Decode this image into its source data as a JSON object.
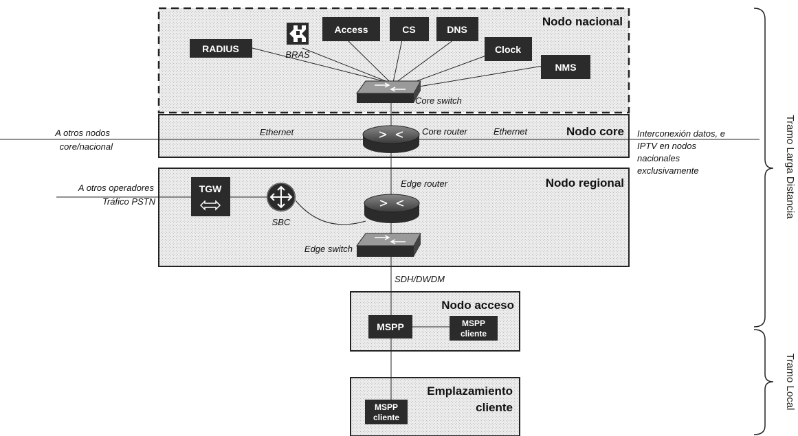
{
  "nodes": {
    "nacional": "Nodo nacional",
    "core": "Nodo core",
    "regional": "Nodo regional",
    "acceso": "Nodo acceso",
    "emplazamiento_line1": "Emplazamiento",
    "emplazamiento_line2": "cliente"
  },
  "equipment": {
    "radius": "RADIUS",
    "bras": "BRAS",
    "access": "Access",
    "cs": "CS",
    "dns": "DNS",
    "clock": "Clock",
    "nms": "NMS",
    "core_switch": "Core switch",
    "core_router": "Core router",
    "edge_router": "Edge router",
    "edge_switch": "Edge switch",
    "tgw": "TGW",
    "sbc": "SBC",
    "mspp": "MSPP",
    "mspp_cliente_line1": "MSPP",
    "mspp_cliente_line2": "cliente"
  },
  "links": {
    "ethernet_left": "Ethernet",
    "ethernet_right": "Ethernet",
    "sdh": "SDH/DWDM"
  },
  "annotations": {
    "otros_nodos_line1": "A otros nodos",
    "otros_nodos_line2": "core/nacional",
    "otros_operadores_line1": "A otros operadores",
    "otros_operadores_line2": "Tráfico PSTN",
    "interconexion_line1": "Interconexión datos, e",
    "interconexion_line2": "IPTV en nodos",
    "interconexion_line3": "nacionales",
    "interconexion_line4": "exclusivamente"
  },
  "sections": {
    "larga_distancia": "Tramo Larga Distancia",
    "local": "Tramo Local"
  },
  "colors": {
    "box_dark": "#2b2b2b",
    "box_text": "#ffffff",
    "node_fill": "#e6e6e6",
    "border": "#222222"
  }
}
